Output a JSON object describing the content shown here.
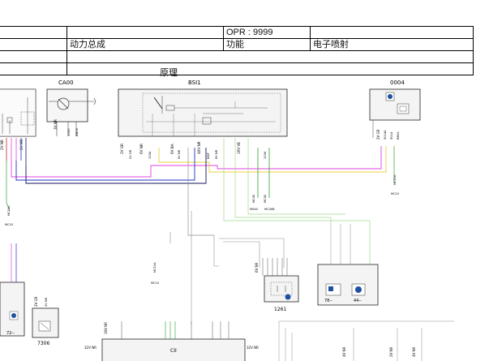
{
  "header": {
    "opr": "OPR : 9999",
    "powertrain": "动力总成",
    "function_label": "功能",
    "function_value": "电子喷射",
    "diagram_heading": "原理"
  },
  "components": {
    "ca00": "CA00",
    "bsi1": "BSI1",
    "c0004": "0004",
    "c1261": "1261",
    "c7306": "7306",
    "c72": "72--",
    "c78": "78--",
    "c44": "44--",
    "cii": "CII"
  },
  "connectors": {
    "ca00_conn": "3V NR",
    "bsi_2v": "2V GR",
    "bsi_6v_nr": "6V NR",
    "bsi_6v_ba": "6V BA",
    "bsi_40v": "40V NR",
    "bsi_16v": "16V VE",
    "left_2v_nr": "2V NR",
    "left_2v_mr": "2V MR",
    "r0004": "2V GR",
    "c1261_6v": "6V NR",
    "c7306_2v": "2V GR",
    "c7306_2v_sub": "2V NR",
    "cii_32v": "32V NR",
    "cii_32v_r": "32V NR",
    "cii_16v": "16V NR",
    "bottom_4v": "4V NR",
    "bottom_4v_r": "4V NR",
    "bottom_2v": "2V NR"
  },
  "grounds": {
    "mc10a": "MC10A",
    "mc10": "MC10",
    "mc40": "MC40",
    "mc40_b": "MC40",
    "m040": "M040",
    "mc40b": "MC40B",
    "mc10_2": "MC10"
  },
  "wire_codes": {
    "ca00_w1": "1000",
    "ca00_w2": "BB00",
    "bsi_w1": "2V GR",
    "bsi_w2": "1154",
    "bsi_w3": "5V NR",
    "bsi_w4": "BMF",
    "bsi_w5": "6V NR",
    "bsi_w6": "1154",
    "c0004_w1": "5014A",
    "c0004_w2": "5014",
    "c0004_w3": "BB0A"
  },
  "colors": {
    "magenta": "#e040e0",
    "yellow": "#e8d040",
    "blue": "#2030c0",
    "navy": "#101060",
    "green": "#30a030",
    "light_green": "#a0d890",
    "gray": "#909090",
    "red": "#d02020"
  }
}
